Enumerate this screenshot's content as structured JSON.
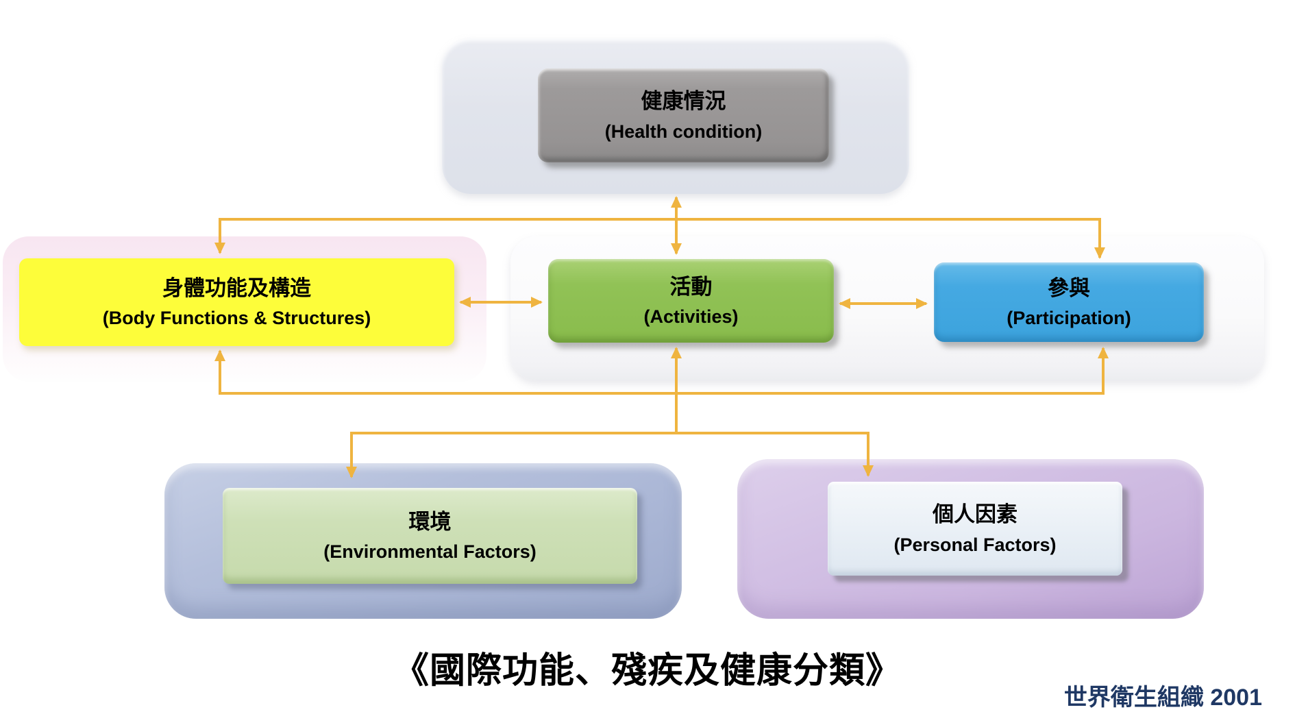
{
  "diagram": {
    "title": "《國際功能、殘疾及健康分類》",
    "credit": "世界衛生組織 2001",
    "nodes": {
      "health": {
        "zh": "健康情況",
        "en": "(Health condition)"
      },
      "body": {
        "zh": "身體功能及構造",
        "en": "(Body Functions & Structures)"
      },
      "activities": {
        "zh": "活動",
        "en": "(Activities)"
      },
      "participation": {
        "zh": "參與",
        "en": "(Participation)"
      },
      "environment": {
        "zh": "環境",
        "en": "(Environmental Factors)"
      },
      "personal": {
        "zh": "個人因素",
        "en": "(Personal Factors)"
      }
    },
    "colors": {
      "arrow": "#EFB440",
      "health_box": "#9A9898",
      "body_box": "#FDFD3A",
      "activities_box": "#8DC053",
      "participation_box": "#41A7E0",
      "environment_box": "#CCDEB5",
      "personal_box": "#E8EFF5",
      "top_container": "#E2E5EC",
      "body_container": "#FAEDF5",
      "activities_container": "#FAFAFB",
      "environment_container": "#ADB8D7",
      "personal_container": "#CDB9E1",
      "credit_text": "#1F3864"
    }
  }
}
